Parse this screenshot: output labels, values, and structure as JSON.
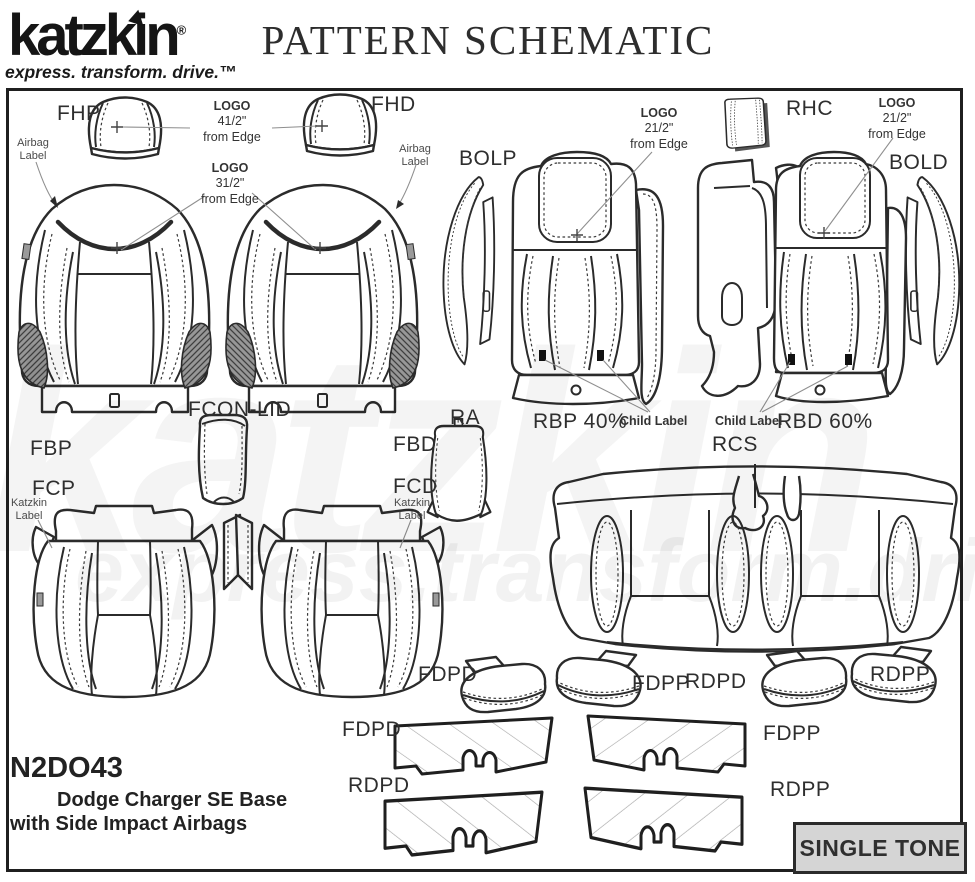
{
  "header": {
    "brand": "katzkin",
    "registered": "®",
    "tagline": "express. transform. drive.™",
    "title": "PATTERN SCHEMATIC"
  },
  "watermark": {
    "brand": "katzkin",
    "tagline": "express.transform.dri"
  },
  "front_seats": {
    "fhp": "FHP",
    "fhd": "FHD",
    "logo_headrest": {
      "line1": "LOGO",
      "line2": "41/2\"",
      "line3": "from Edge"
    },
    "logo_seatback": {
      "line1": "LOGO",
      "line2": "31/2\"",
      "line3": "from Edge"
    },
    "airbag_label": {
      "line1": "Airbag",
      "line2": "Label"
    },
    "fbp": "FBP",
    "fbd": "FBD",
    "fcon_lid": "FCON-LID",
    "fcp": "FCP",
    "fcd": "FCD",
    "katzkin_label": {
      "line1": "Katzkin",
      "line2": "Label"
    }
  },
  "rear_seats": {
    "rhc": "RHC",
    "bolp": "BOLP",
    "bold": "BOLD",
    "logo_rear_left": {
      "line1": "LOGO",
      "line2": "21/2\"",
      "line3": "from Edge"
    },
    "logo_rear_right": {
      "line1": "LOGO",
      "line2": "21/2\"",
      "line3": "from Edge"
    },
    "rbp": "RBP 40%",
    "rbd": "RBD 60%",
    "child_label": "Child Label",
    "ra": "RA",
    "rcs": "RCS"
  },
  "armrests": {
    "fdpd": "FDPD",
    "fdpp": "FDPP",
    "rdpd": "RDPD",
    "rdpp": "RDPP"
  },
  "door_panels": {
    "fdpd": "FDPD",
    "fdpp": "FDPP",
    "rdpd": "RDPD",
    "rdpp": "RDPP"
  },
  "footer": {
    "pattern_code": "N2DO43",
    "vehicle_line1": "Dodge Charger SE Base",
    "vehicle_line2": "with Side Impact Airbags"
  },
  "badge": {
    "label": "SINGLE TONE"
  },
  "colors": {
    "line": "#2b2b2b",
    "badge_bg": "#d5d5d5",
    "leader": "#8f8f8f"
  }
}
